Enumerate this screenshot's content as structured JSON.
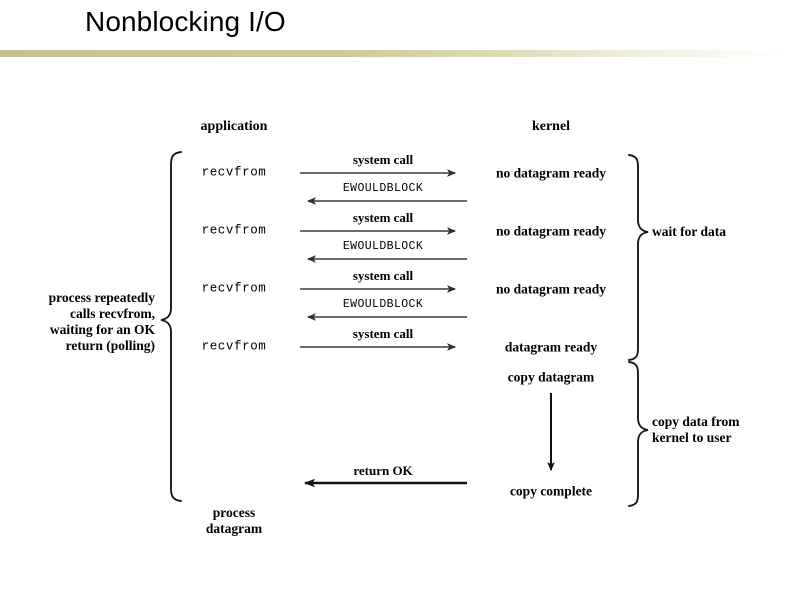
{
  "slide": {
    "title": "Nonblocking I/O",
    "rule_color_start": "#c8c38c",
    "rule_color_end": "#ffffff"
  },
  "diagram": {
    "columns": {
      "application": "application",
      "kernel": "kernel"
    },
    "left_note": "process repeatedly\ncalls recvfrom,\nwaiting for an OK\nreturn (polling)",
    "left_note_lines": [
      "process repeatedly",
      "calls recvfrom,",
      "waiting for an OK",
      "return (polling)"
    ],
    "right_notes": [
      {
        "label": "wait for data"
      },
      {
        "label": "copy data from\nkernel to user"
      }
    ],
    "rows": [
      {
        "app_call": "recvfrom",
        "request_label": "system call",
        "kernel_state": "no datagram ready",
        "response_label": "EWOULDBLOCK",
        "has_response": true
      },
      {
        "app_call": "recvfrom",
        "request_label": "system call",
        "kernel_state": "no datagram ready",
        "response_label": "EWOULDBLOCK",
        "has_response": true
      },
      {
        "app_call": "recvfrom",
        "request_label": "system call",
        "kernel_state": "no datagram ready",
        "response_label": "EWOULDBLOCK",
        "has_response": true
      },
      {
        "app_call": "recvfrom",
        "request_label": "system call",
        "kernel_state": "datagram ready",
        "response_label": "",
        "has_response": false
      }
    ],
    "copy_phase": {
      "start": "copy datagram",
      "end": "copy complete"
    },
    "return_arrow_label": "return OK",
    "process_result": "process\ndatagram",
    "process_result_lines": [
      "process",
      "datagram"
    ]
  }
}
